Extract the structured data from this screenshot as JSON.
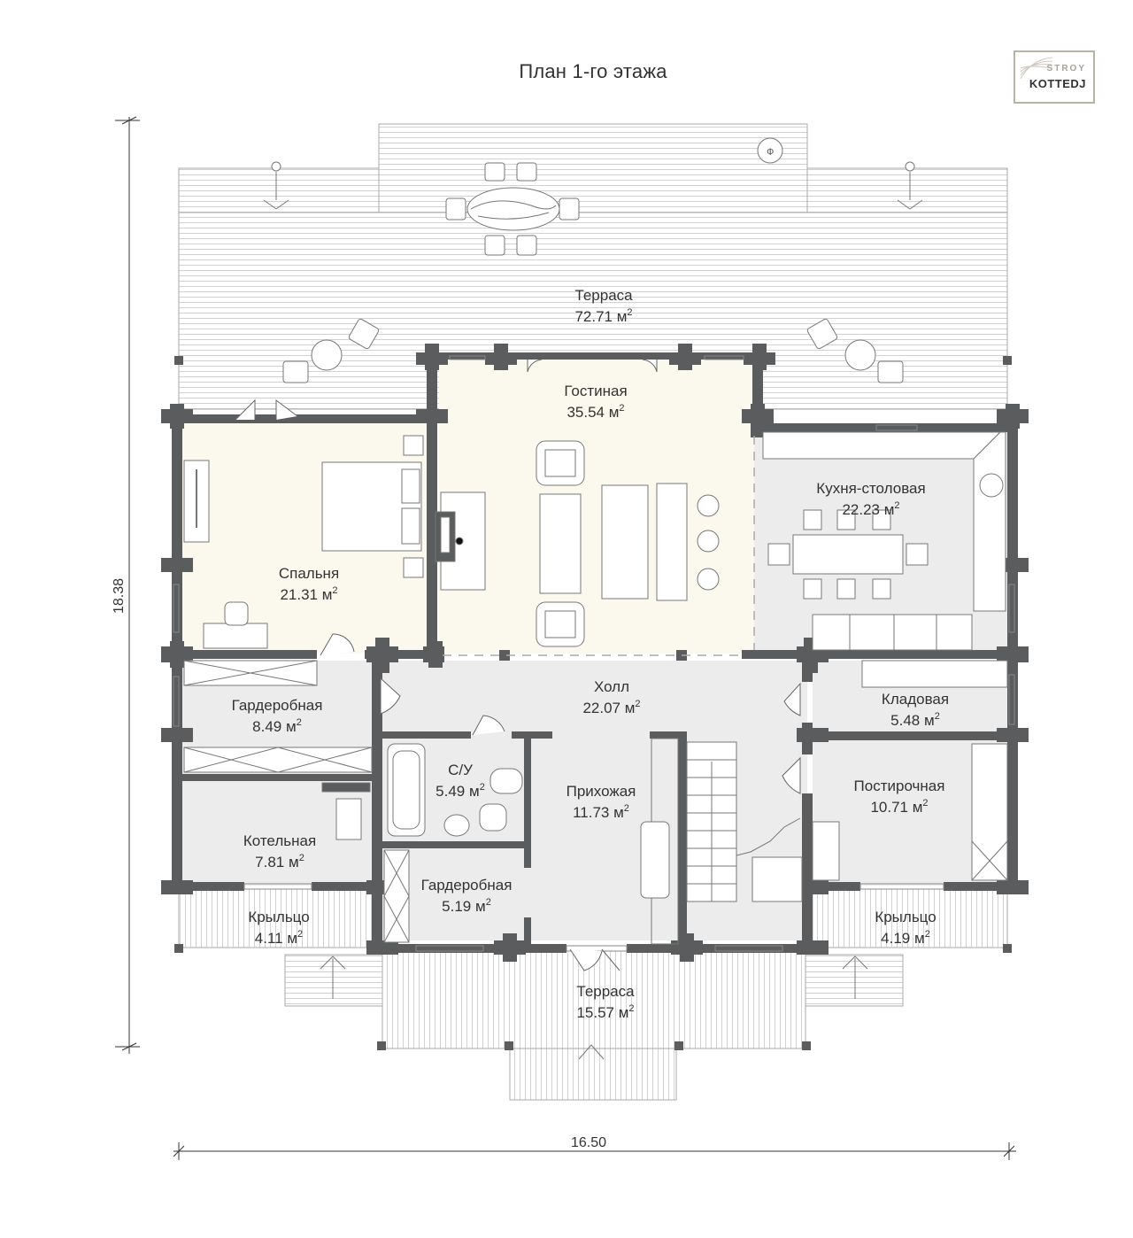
{
  "title": "План 1-го этажа",
  "logo": {
    "line1": "STROY",
    "line2": "KOTTEDJ"
  },
  "dimensions": {
    "height": "18.38",
    "width": "16.50"
  },
  "area_unit": "м",
  "area_unit_power": "2",
  "rooms": {
    "terrace_top": {
      "name": "Терраса",
      "area": "72.71"
    },
    "living": {
      "name": "Гостиная",
      "area": "35.54"
    },
    "kitchen": {
      "name": "Кухня-столовая",
      "area": "22.23"
    },
    "bedroom": {
      "name": "Спальня",
      "area": "21.31"
    },
    "hall": {
      "name": "Холл",
      "area": "22.07"
    },
    "pantry": {
      "name": "Кладовая",
      "area": "5.48"
    },
    "wardrobe_1": {
      "name": "Гардеробная",
      "area": "8.49"
    },
    "bathroom": {
      "name": "С/У",
      "area": "5.49"
    },
    "entrance": {
      "name": "Прихожая",
      "area": "11.73"
    },
    "laundry": {
      "name": "Постирочная",
      "area": "10.71"
    },
    "boiler": {
      "name": "Котельная",
      "area": "7.81"
    },
    "wardrobe_2": {
      "name": "Гардеробная",
      "area": "5.19"
    },
    "porch_left": {
      "name": "Крыльцо",
      "area": "4.11"
    },
    "porch_right": {
      "name": "Крыльцо",
      "area": "4.19"
    },
    "terrace_bottom": {
      "name": "Терраса",
      "area": "15.57"
    }
  },
  "colors": {
    "wall": "#5a5c5e",
    "bedroom": "#fbf9ee",
    "living": "#fbf9ee",
    "floor": "#ececec",
    "deck": "#ffffff",
    "deck_line": "#cfcfcf"
  }
}
